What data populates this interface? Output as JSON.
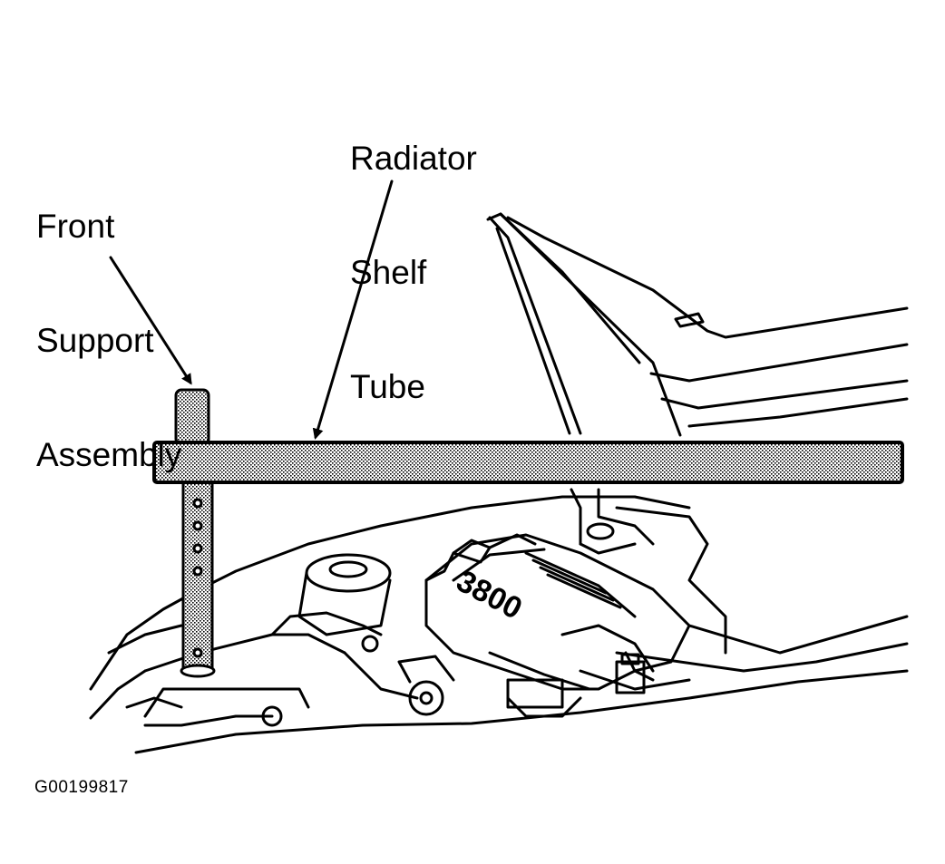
{
  "labels": {
    "front_support": [
      "Front",
      "Support",
      "Assembly"
    ],
    "radiator_shelf": [
      "Radiator",
      "Shelf",
      "Tube"
    ]
  },
  "engine_badge": "3800",
  "figure_id": "G00199817",
  "colors": {
    "ink": "#000000",
    "paper": "#ffffff",
    "tube_fill": "#b0b0b0"
  }
}
